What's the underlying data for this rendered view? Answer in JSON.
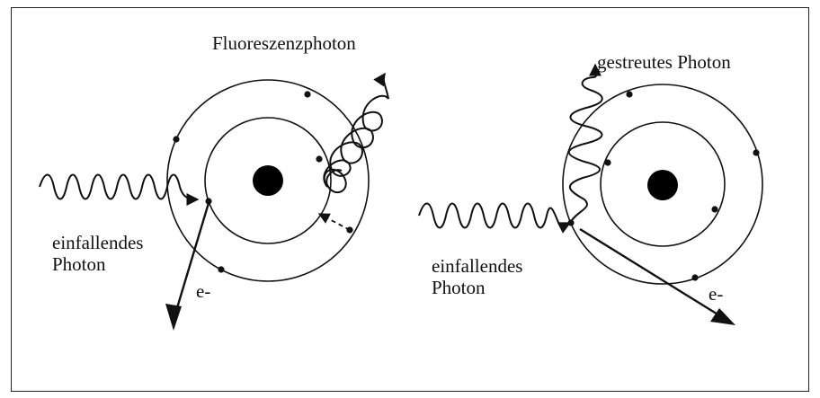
{
  "diagram": {
    "left_panel": {
      "emitted_label": "Fluoreszenzphoton",
      "incident_label_line1": "einfallendes",
      "incident_label_line2": "Photon",
      "electron_label": "e-"
    },
    "right_panel": {
      "emitted_label": "gestreutes Photon",
      "incident_label_line1": "einfallendes",
      "incident_label_line2": "Photon",
      "electron_label": "e-"
    }
  },
  "colors": {
    "ink": "#111111",
    "nucleus": "#000000",
    "background": "#ffffff"
  }
}
